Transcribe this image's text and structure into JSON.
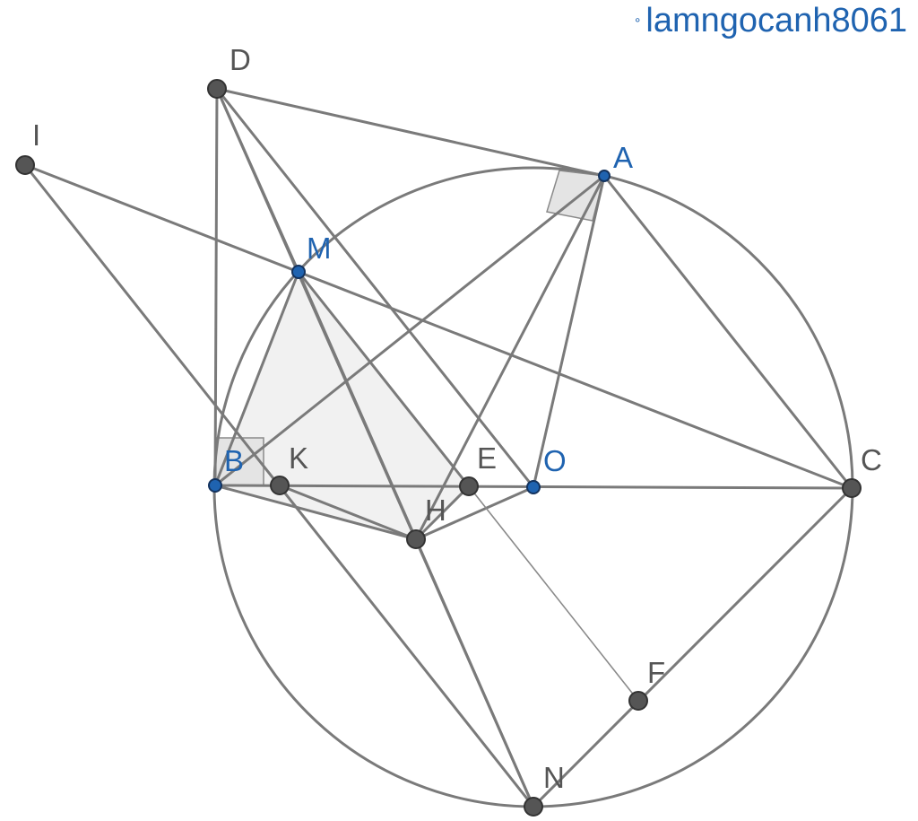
{
  "watermark": {
    "text": "lamngocanh8061",
    "prefix": "°"
  },
  "colors": {
    "line": "#7a7a7a",
    "fill": "#f1f1f1",
    "free_point": "#1f63b0",
    "dependent_point": "#555555",
    "blue_label": "#1f63b0",
    "dark_label": "#555555"
  },
  "points": {
    "D": {
      "label": "D",
      "kind": "dependent"
    },
    "I": {
      "label": "I",
      "kind": "dependent"
    },
    "A": {
      "label": "A",
      "kind": "free"
    },
    "M": {
      "label": "M",
      "kind": "free"
    },
    "B": {
      "label": "B",
      "kind": "free"
    },
    "K": {
      "label": "K",
      "kind": "dependent"
    },
    "E": {
      "label": "E",
      "kind": "dependent"
    },
    "O": {
      "label": "O",
      "kind": "free"
    },
    "C": {
      "label": "C",
      "kind": "dependent"
    },
    "H": {
      "label": "H",
      "kind": "dependent"
    },
    "F": {
      "label": "F",
      "kind": "dependent"
    },
    "N": {
      "label": "N",
      "kind": "dependent"
    }
  }
}
